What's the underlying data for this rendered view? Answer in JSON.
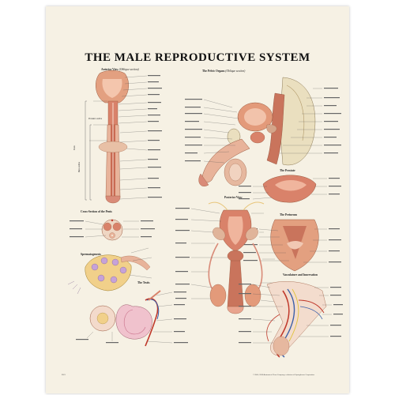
{
  "title": "THE MALE REPRODUCTIVE SYSTEM",
  "panels": {
    "anterior": {
      "title": "Anterior View",
      "subtitle": "(Oblique section)"
    },
    "pelvic": {
      "title": "The Pelvic Organs",
      "subtitle": "(Oblique section)"
    },
    "prostate": {
      "title": "The Prostate"
    },
    "perineum": {
      "title": "The Perineum"
    },
    "cross_section": {
      "title": "Cross-Section of the Penis"
    },
    "posterior": {
      "title": "Posterior View"
    },
    "spermatogenesis": {
      "title": "Spermatogenesis"
    },
    "testis": {
      "title": "The Testis"
    },
    "vasculature": {
      "title": "Vasculature and Innervation"
    }
  },
  "side_labels": {
    "penis": "Penis",
    "urethra": "Male urethra",
    "prostatic_urethra": "Prostatic urethra"
  },
  "footer": {
    "code": "9521",
    "copyright": "© 2000, 2006 Anatomical Chart Company, a division of Springhouse Corporation"
  },
  "colors": {
    "poster_bg": "#f6f1e4",
    "muscle": "#d9826a",
    "tissue": "#e8b39a",
    "bone": "#eadfbf",
    "artery": "#c0392b",
    "vein": "#3b5fa8",
    "nerve": "#e0c23a"
  }
}
